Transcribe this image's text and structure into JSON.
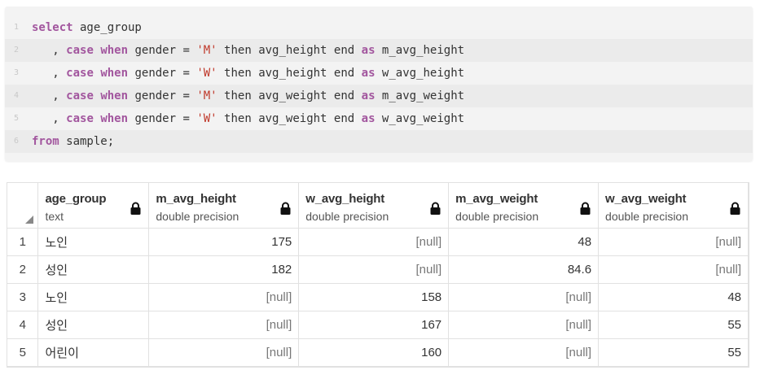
{
  "sql": {
    "lines": [
      {
        "n": "1",
        "tokens": [
          {
            "t": "select",
            "c": "kw"
          },
          {
            "t": " age_group",
            "c": ""
          }
        ]
      },
      {
        "n": "2",
        "tokens": [
          {
            "t": "   , ",
            "c": ""
          },
          {
            "t": "case",
            "c": "kw"
          },
          {
            "t": " ",
            "c": ""
          },
          {
            "t": "when",
            "c": "kw"
          },
          {
            "t": " gender = ",
            "c": ""
          },
          {
            "t": "'M'",
            "c": "str"
          },
          {
            "t": " then avg_height end ",
            "c": ""
          },
          {
            "t": "as",
            "c": "kw"
          },
          {
            "t": " m_avg_height",
            "c": ""
          }
        ]
      },
      {
        "n": "3",
        "tokens": [
          {
            "t": "   , ",
            "c": ""
          },
          {
            "t": "case",
            "c": "kw"
          },
          {
            "t": " ",
            "c": ""
          },
          {
            "t": "when",
            "c": "kw"
          },
          {
            "t": " gender = ",
            "c": ""
          },
          {
            "t": "'W'",
            "c": "str"
          },
          {
            "t": " then avg_height end ",
            "c": ""
          },
          {
            "t": "as",
            "c": "kw"
          },
          {
            "t": " w_avg_height",
            "c": ""
          }
        ]
      },
      {
        "n": "4",
        "tokens": [
          {
            "t": "   , ",
            "c": ""
          },
          {
            "t": "case",
            "c": "kw"
          },
          {
            "t": " ",
            "c": ""
          },
          {
            "t": "when",
            "c": "kw"
          },
          {
            "t": " gender = ",
            "c": ""
          },
          {
            "t": "'M'",
            "c": "str"
          },
          {
            "t": " then avg_weight end ",
            "c": ""
          },
          {
            "t": "as",
            "c": "kw"
          },
          {
            "t": " m_avg_weight",
            "c": ""
          }
        ]
      },
      {
        "n": "5",
        "tokens": [
          {
            "t": "   , ",
            "c": ""
          },
          {
            "t": "case",
            "c": "kw"
          },
          {
            "t": " ",
            "c": ""
          },
          {
            "t": "when",
            "c": "kw"
          },
          {
            "t": " gender = ",
            "c": ""
          },
          {
            "t": "'W'",
            "c": "str"
          },
          {
            "t": " then avg_weight end ",
            "c": ""
          },
          {
            "t": "as",
            "c": "kw"
          },
          {
            "t": " w_avg_weight",
            "c": ""
          }
        ]
      },
      {
        "n": "6",
        "tokens": [
          {
            "t": "from",
            "c": "kw"
          },
          {
            "t": " sample;",
            "c": ""
          }
        ]
      }
    ]
  },
  "grid": {
    "columns": [
      {
        "name": "age_group",
        "type": "text",
        "align": "left",
        "icon": "lock-icon"
      },
      {
        "name": "m_avg_height",
        "type": "double precision",
        "align": "right",
        "icon": "lock-icon"
      },
      {
        "name": "w_avg_height",
        "type": "double precision",
        "align": "right",
        "icon": "lock-icon"
      },
      {
        "name": "m_avg_weight",
        "type": "double precision",
        "align": "right",
        "icon": "lock-icon"
      },
      {
        "name": "w_avg_weight",
        "type": "double precision",
        "align": "right",
        "icon": "lock-icon"
      }
    ],
    "rows": [
      {
        "n": "1",
        "cells": [
          "노인",
          "175",
          "[null]",
          "48",
          "[null]"
        ]
      },
      {
        "n": "2",
        "cells": [
          "성인",
          "182",
          "[null]",
          "84.6",
          "[null]"
        ]
      },
      {
        "n": "3",
        "cells": [
          "노인",
          "[null]",
          "158",
          "[null]",
          "48"
        ]
      },
      {
        "n": "4",
        "cells": [
          "성인",
          "[null]",
          "167",
          "[null]",
          "55"
        ]
      },
      {
        "n": "5",
        "cells": [
          "어린이",
          "[null]",
          "160",
          "[null]",
          "55"
        ]
      }
    ],
    "null_label": "[null]"
  },
  "colors": {
    "keyword": "#a2569e",
    "string": "#c0392b",
    "code_bg": "#f3f3f3",
    "grid_border": "#e1e1e1"
  }
}
